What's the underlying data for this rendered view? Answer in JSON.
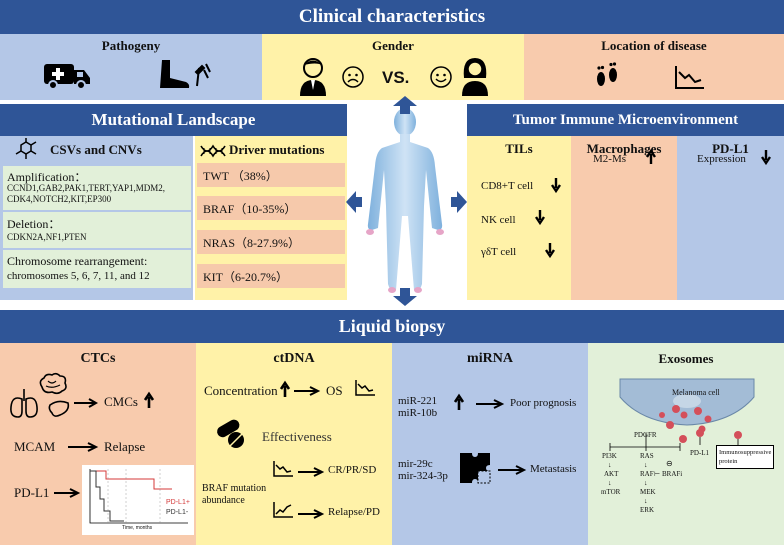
{
  "clinical": {
    "title": "Clinical characteristics",
    "pathogeny": "Pathogeny",
    "gender": "Gender",
    "vs": "VS.",
    "location": "Location of disease"
  },
  "mutational": {
    "title": "Mutational Landscape",
    "csv_title": "CSVs and CNVs",
    "amplification_label": "Amplification：",
    "amplification_genes_1": "CCND1,GAB2,PAK1,TERT,YAP1,MDM2,",
    "amplification_genes_2": "CDK4,NOTCH2,KIT,EP300",
    "deletion_label": "Deletion：",
    "deletion_genes": "CDKN2A,NF1,PTEN",
    "rearrangement_label": "Chromosome rearrangement:",
    "rearrangement_detail": "chromosomes 5, 6, 7, 11, and 12",
    "driver_title": "Driver mutations",
    "drivers": [
      "TWT （38%）",
      "BRAF（10-35%）",
      "NRAS（8-27.9%）",
      "KIT（6-20.7%）"
    ]
  },
  "tme": {
    "title": "Tumor Immune Microenvironment",
    "tils": "TILs",
    "tils_items": [
      "CD8+T cell",
      "NK cell",
      "γδT cell"
    ],
    "macrophages": "Macrophages",
    "macrophage_item": "M2-Ms",
    "pdl1": "PD-L1",
    "pdl1_item": "Expression"
  },
  "liquid": {
    "title": "Liquid biopsy",
    "ctcs": {
      "title": "CTCs",
      "cmcs": "CMCs",
      "mcam": "MCAM",
      "relapse": "Relapse",
      "pdl1": "PD-L1",
      "legend_pos": "PD-L1+",
      "legend_neg": "PD-L1-",
      "axis_x": "Time, months"
    },
    "ctdna": {
      "title": "ctDNA",
      "concentration": "Concentration",
      "os": "OS",
      "effectiveness": "Effectiveness",
      "braf_1": "BRAF mutation",
      "braf_2": "abundance",
      "result_1": "CR/PR/SD",
      "result_2": "Relapse/PD"
    },
    "mirna": {
      "title": "miRNA",
      "up_1": "miR-221",
      "up_2": "miR-10b",
      "poor": "Poor prognosis",
      "down_1": "mir-29c",
      "down_2": "mir-324-3p",
      "metastasis": "Metastasis"
    },
    "exosomes": {
      "title": "Exosomes",
      "cell": "Melanoma cell",
      "pdgfr": "PDGFR",
      "pi3k": "PI3K",
      "akt": "AKT",
      "mtor": "mTOR",
      "ras": "RAS",
      "raf": "RAF",
      "brafi": "BRAFi",
      "mek": "MEK",
      "erk": "ERK",
      "pdl1": "PD-L1",
      "immuno_1": "Immunosuppressive",
      "immuno_2": "protein"
    }
  },
  "colors": {
    "header_blue": "#2f5597",
    "blue_panel": "#b4c7e7",
    "yellow_panel": "#fff2a8",
    "orange_panel": "#f8cbad",
    "green_panel": "#e2f0d9",
    "arrow_blue": "#2f5597"
  }
}
